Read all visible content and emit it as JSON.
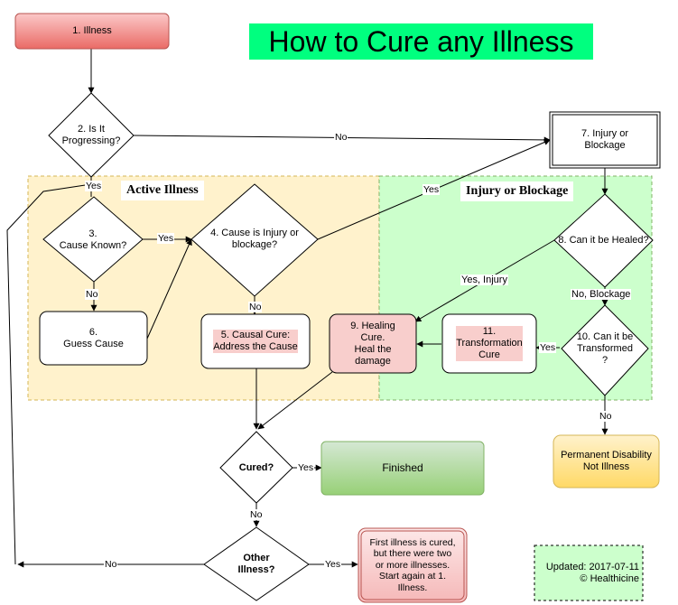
{
  "title": "How to Cure any Illness",
  "regions": {
    "active": "Active Illness",
    "injury": "Injury or Blockage"
  },
  "nodes": {
    "illness": "1. Illness",
    "progressing": "2. Is It\nProgressing?",
    "cause_known": "3.\nCause Known?",
    "cause_injury": "4. Cause is Injury or\nblockage?",
    "causal_cure": "5. Causal Cure:\nAddress the Cause",
    "guess_cause": "6.\nGuess Cause",
    "injury_blockage": "7. Injury or\nBlockage",
    "can_heal": "8. Can it be Healed?",
    "healing_cure": "9. Healing\nCure.\nHeal the\ndamage",
    "can_transform": "10. Can it be\nTransformed\n?",
    "transformation_cure": "11.\nTransformation\nCure",
    "permanent": "Permanent Disability\nNot Illness",
    "cured": "Cured?",
    "finished": "Finished",
    "other_illness": "Other\nIllness?",
    "first_cured": "First illness is cured,\nbut there were two\nor more illnesses.\nStart again at 1.\nIllness.",
    "updated": "Updated: 2017-07-11\n© Healthicine"
  },
  "edge_labels": {
    "no_progress": "No",
    "yes_progress": "Yes",
    "yes_known": "Yes",
    "no_known": "No",
    "yes_injury": "Yes",
    "no_injury": "No",
    "yes_injury_heal": "Yes, Injury",
    "no_blockage": "No, Blockage",
    "yes_transform": "Yes",
    "no_transform": "No",
    "yes_cured": "Yes",
    "no_cured": "No",
    "no_other": "No",
    "yes_other": "Yes"
  },
  "colors": {
    "title_bg": "#00ff7f",
    "active_region": "#fff2cc",
    "injury_region": "#ccffcc",
    "illness_fill": "#f08080",
    "highlight": "#f8cecc",
    "finished_fill": "#97d077",
    "permanent_fill": "#ffd966"
  }
}
